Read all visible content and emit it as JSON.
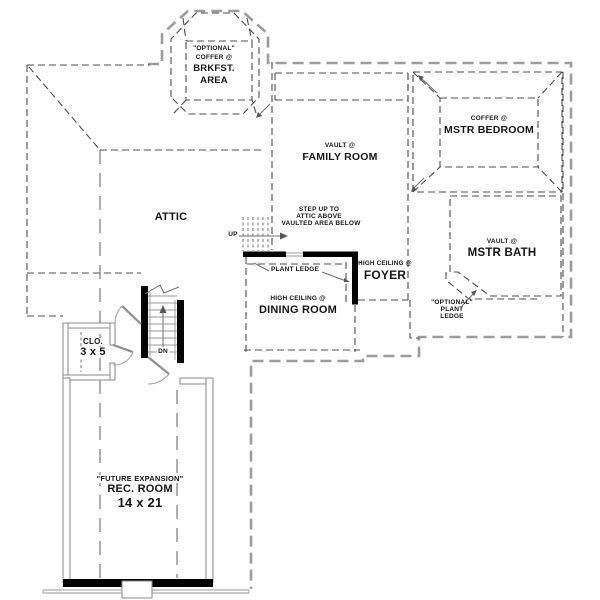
{
  "colors": {
    "wall_black": "#000000",
    "ceiling_dashed": "#4c4c4c",
    "hidden_outline_gray": "#9c9c9c"
  },
  "plan": {
    "breakfast": {
      "optional": "\"OPTIONAL\"",
      "coffer": "COFFER @",
      "name1": "BRKFST.",
      "name2": "AREA"
    },
    "family_room": {
      "ceiling": "VAULT @",
      "name": "FAMILY ROOM"
    },
    "master_bedroom": {
      "ceiling": "COFFER @",
      "name": "MSTR BEDROOM"
    },
    "attic": {
      "name": "ATTIC"
    },
    "attic_stairs": {
      "line1": "STEP UP TO",
      "line2": "ATTIC ABOVE",
      "line3": "VAULTED AREA BELOW",
      "direction": "UP"
    },
    "plant_ledge": {
      "name": "PLANT LEDGE"
    },
    "foyer": {
      "ceiling": "HIGH CEILING @",
      "name": "FOYER"
    },
    "dining_room": {
      "ceiling": "HIGH CEILING @",
      "name": "DINING ROOM"
    },
    "master_bath": {
      "ceiling": "VAULT @",
      "name": "MSTR BATH"
    },
    "optional_plant_ledge": {
      "line1": "\"OPTIONAL\"",
      "line2": "PLANT",
      "line3": "LEDGE"
    },
    "closet": {
      "name": "CLO.",
      "size": "3 x 5"
    },
    "main_stairs": {
      "direction": "DN"
    },
    "rec_room": {
      "line1": "\"FUTURE EXPANSION\"",
      "line2": "REC. ROOM",
      "line3": "14 x 21"
    }
  }
}
